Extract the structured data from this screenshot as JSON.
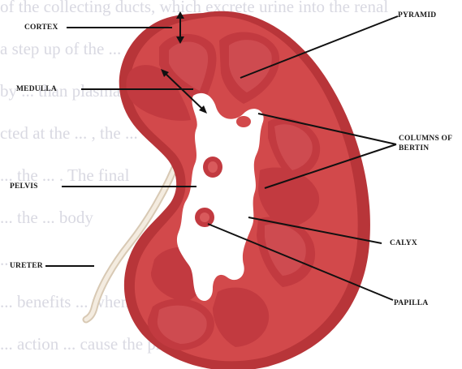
{
  "background_text": [
    "of the collecting ducts, which excrete urine into the renal",
    "a step up of the ... , before the excretion",
    "by ... than plasma",
    "cted at the ... , the ...",
    "... the ... . The final",
    "... the ... body",
    "...",
    "... benefits ... when used",
    "... action ... cause the principal"
  ],
  "labels": {
    "cortex": "CORTEX",
    "medulla": "MEDULLA",
    "pelvis": "PELVIS",
    "ureter": "URETER",
    "pyramid": "PYRAMID",
    "columns_of_bertin_line1": "COLUMNS OF",
    "columns_of_bertin_line2": "BERTIN",
    "calyx": "CALYX",
    "papilla": "PAPILLA"
  },
  "colors": {
    "kidney_body": "#d2494b",
    "kidney_outer": "#b83539",
    "pyramid": "#c23a40",
    "pyramid_inner": "#d95a5c",
    "pelvis_space": "#ffffff",
    "leader_lines": "#111111"
  }
}
